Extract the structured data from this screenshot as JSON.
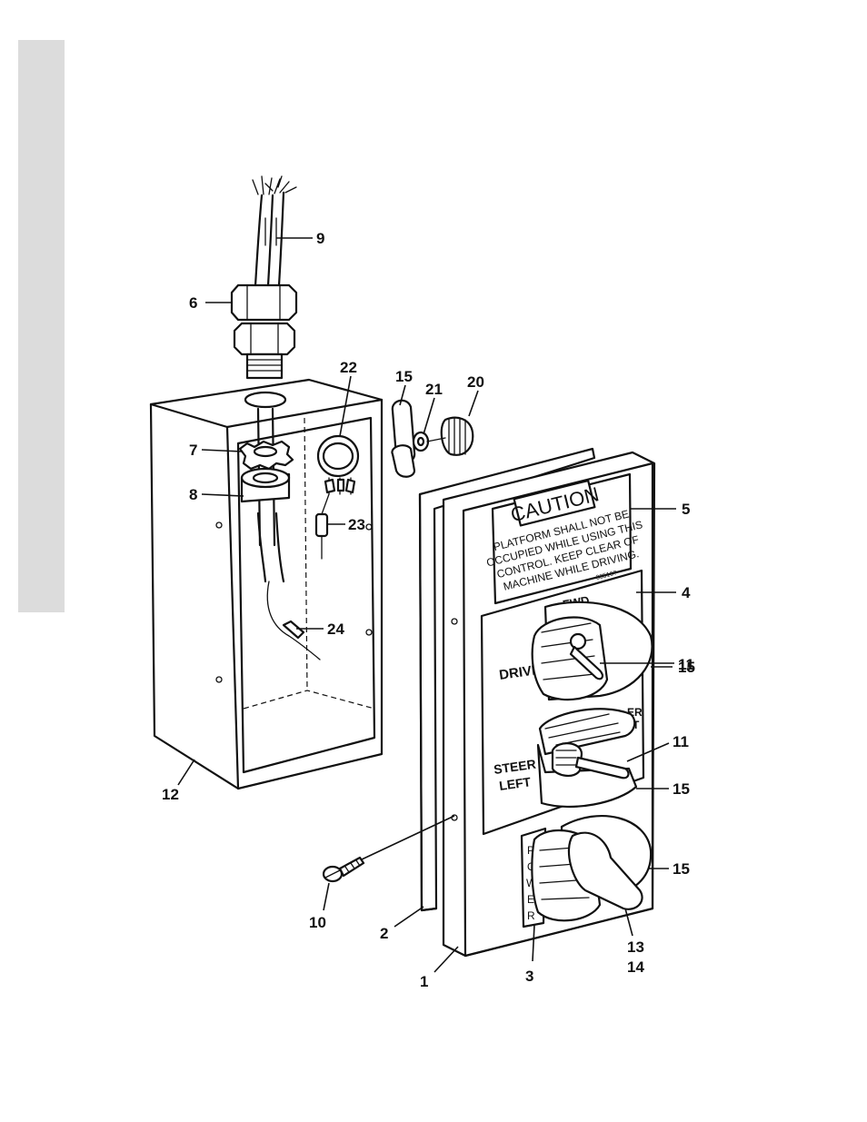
{
  "panel": {
    "caution_title": "CAUTION",
    "caution_lines": [
      "PLATFORM SHALL NOT BE",
      "OCCUPIED WHILE USING THIS",
      "CONTROL. KEEP CLEAR OF",
      "MACHINE WHILE DRIVING."
    ],
    "part_number": "33516?",
    "fwd_label": "FWD",
    "drive_label": "DRIVE",
    "steer_label_1": "STEER",
    "steer_label_2": "LEFT",
    "steer_right_partial_1": "ER",
    "steer_right_partial_2": "T",
    "power_letters": [
      "P",
      "O",
      "W",
      "E",
      "R"
    ]
  },
  "callouts": {
    "c9": "9",
    "c6": "6",
    "c22": "22",
    "c15_top": "15",
    "c21": "21",
    "c20": "20",
    "c7": "7",
    "c8": "8",
    "c5": "5",
    "c23": "23",
    "c4": "4",
    "c24": "24",
    "c11_top": "11",
    "c15_mid1": "15",
    "c11_mid": "11",
    "c15_mid2": "15",
    "c12": "12",
    "c15_bot": "15",
    "c10": "10",
    "c2": "2",
    "c13": "13",
    "c14": "14",
    "c1": "1",
    "c3": "3"
  }
}
